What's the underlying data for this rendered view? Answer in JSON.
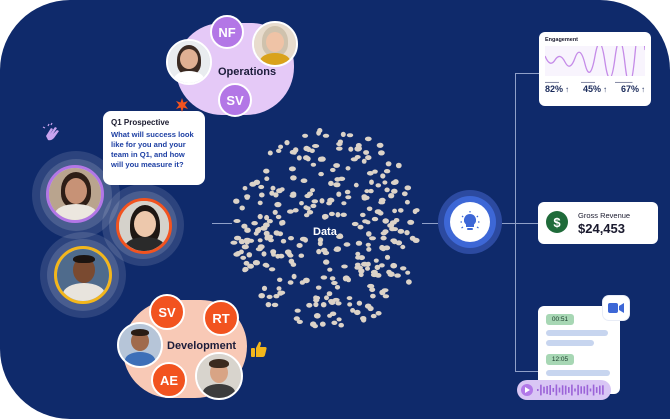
{
  "groups": {
    "operations": {
      "label": "Operations",
      "chips": [
        "NF",
        "SV"
      ]
    },
    "development": {
      "label": "Development",
      "chips": [
        "SV",
        "RT",
        "AE"
      ]
    }
  },
  "speech": {
    "title": "Q1 Prospective",
    "text": "What will success look like for you and your team in Q1, and how will you measure it?"
  },
  "data_label": "Data",
  "engagement": {
    "title": "Engagement",
    "stats": [
      {
        "value": "82%",
        "arrow": "↑"
      },
      {
        "value": "45%",
        "arrow": "↑"
      },
      {
        "value": "67%",
        "arrow": "↑"
      }
    ]
  },
  "revenue": {
    "label": "Gross Revenue",
    "value": "$24,453",
    "icon": "$"
  },
  "chat": {
    "times": [
      "00:51",
      "12:05"
    ]
  },
  "colors": {
    "background": "#0f2a6b",
    "purple": "#b377e6",
    "orange": "#f2531f",
    "green": "#1f6b3a",
    "accent_blue": "#3d67d6"
  },
  "icons": {
    "clap": "clapping-hands-icon",
    "thumb": "thumbs-up-icon",
    "bulb": "lightbulb-icon",
    "video": "video-camera-icon",
    "play": "play-icon"
  }
}
